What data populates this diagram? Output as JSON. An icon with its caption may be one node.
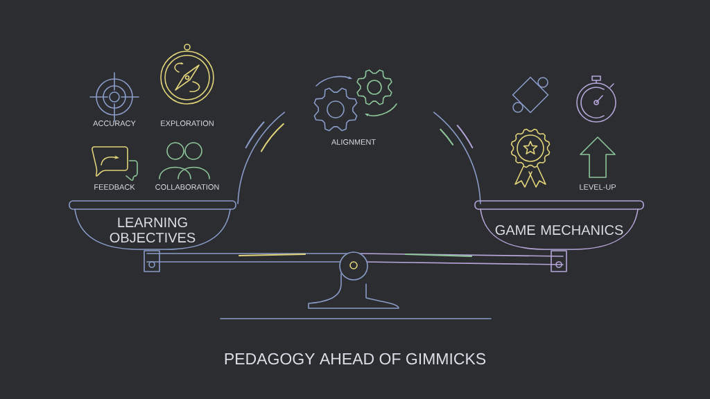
{
  "diagram": {
    "caption": "PEDAGOGY AHEAD OF GIMMICKS",
    "nodes": [
      {
        "text": [
          "LEARNING OBJECTIVES"
        ]
      },
      {
        "text": [
          "GAME MECHANICS"
        ]
      }
    ],
    "labels": [
      "ACCURACY",
      "EXPLORATION",
      "ALIGNMENT",
      "FEEDBACK",
      "COLLABORATION",
      "LEVEL-UP"
    ]
  }
}
